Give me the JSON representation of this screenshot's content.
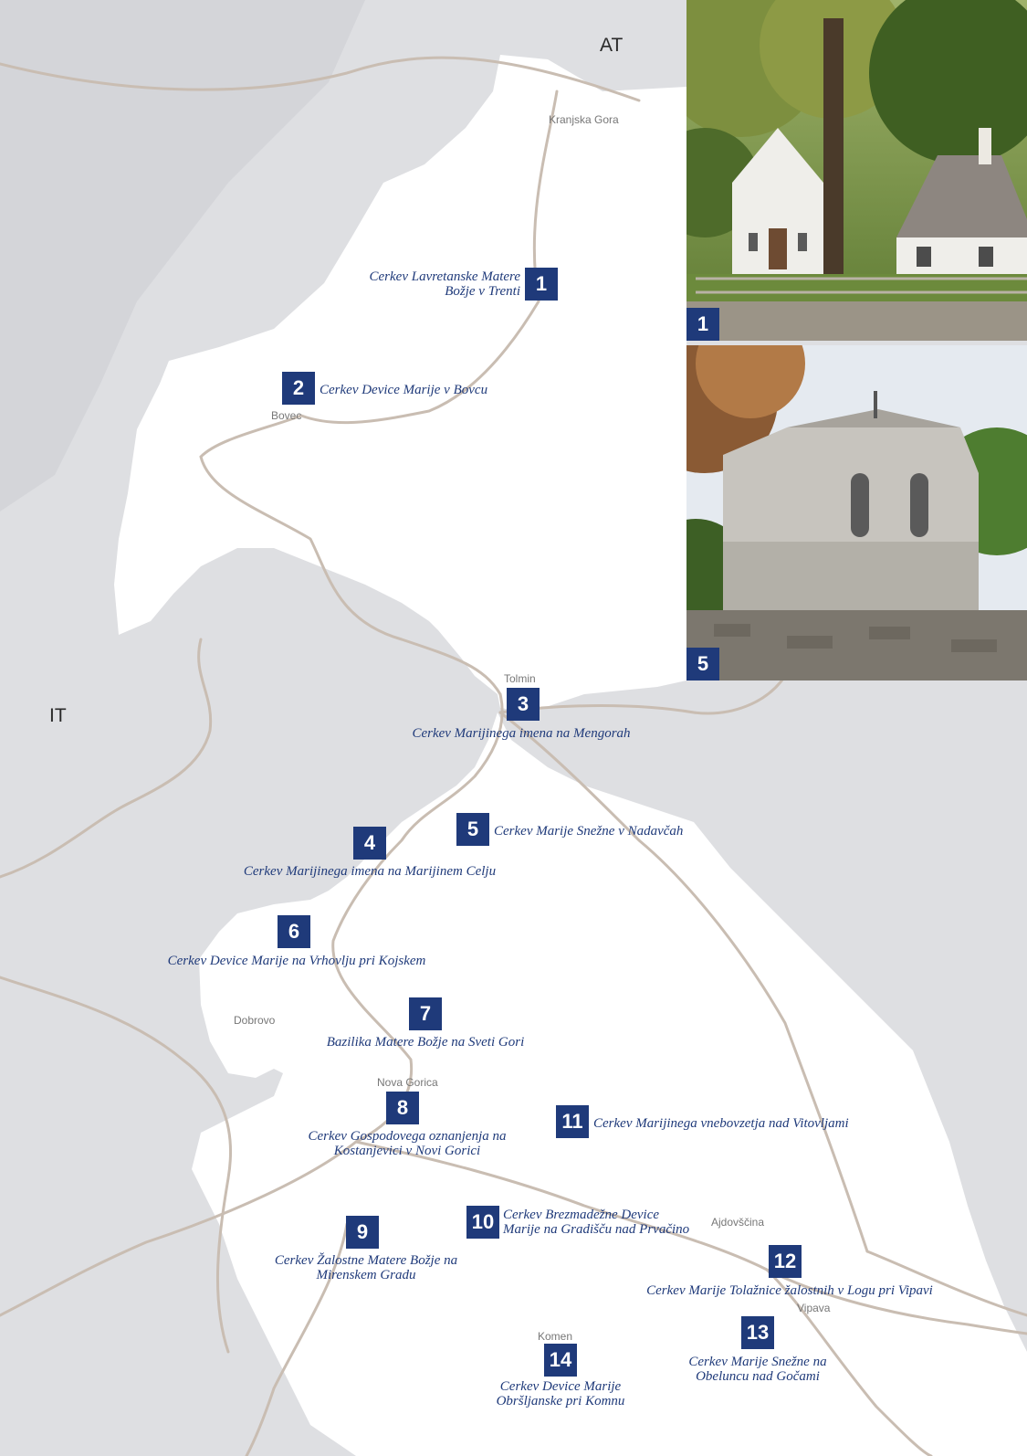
{
  "countries": {
    "austria": "AT",
    "italy": "IT"
  },
  "towns": {
    "kranjska_gora": "Kranjska Gora",
    "bovec": "Bovec",
    "tolmin": "Tolmin",
    "dobrovo": "Dobrovo",
    "nova_gorica": "Nova Gorica",
    "ajdovscina": "Ajdovščina",
    "vipava": "Vipava",
    "komen": "Komen"
  },
  "sites": [
    {
      "number": "1",
      "lines": [
        "Cerkev Lavretanske Matere",
        "Božje v Trenti"
      ]
    },
    {
      "number": "2",
      "lines": [
        "Cerkev Device Marije v Bovcu"
      ]
    },
    {
      "number": "3",
      "lines": [
        "Cerkev Marijinega imena na Mengorah"
      ]
    },
    {
      "number": "4",
      "lines": [
        "Cerkev Marijinega imena na Marijinem Celju"
      ]
    },
    {
      "number": "5",
      "lines": [
        "Cerkev Marije Snežne v Nadavčah"
      ]
    },
    {
      "number": "6",
      "lines": [
        "Cerkev Device Marije na Vrhovlju pri Kojskem"
      ]
    },
    {
      "number": "7",
      "lines": [
        "Bazilika Matere Božje na Sveti Gori"
      ]
    },
    {
      "number": "8",
      "lines": [
        "Cerkev Gospodovega oznanjenja na",
        "Kostanjevici v Novi Gorici"
      ]
    },
    {
      "number": "9",
      "lines": [
        "Cerkev Žalostne Matere Božje na",
        "Mirenskem Gradu"
      ]
    },
    {
      "number": "10",
      "lines": [
        "Cerkev Brezmadežne Device",
        "Marije na Gradišču nad Prvačino"
      ]
    },
    {
      "number": "11",
      "lines": [
        "Cerkev Marijinega vnebovzetja nad Vitovljami"
      ]
    },
    {
      "number": "12",
      "lines": [
        "Cerkev Marije Tolažnice žalostnih v Logu pri Vipavi"
      ]
    },
    {
      "number": "13",
      "lines": [
        "Cerkev Marije Snežne na",
        "Obeluncu nad Gočami"
      ]
    },
    {
      "number": "14",
      "lines": [
        "Cerkev Device Marije",
        "Obršljanske pri Komnu"
      ]
    }
  ],
  "photos": [
    {
      "number": "1",
      "subject": "church-photo"
    },
    {
      "number": "5",
      "subject": "church-photo"
    }
  ],
  "colors": {
    "marker": "#1f3a7a",
    "label_text": "#1f3a7a",
    "outside_region": "#dedfe2",
    "region": "#ffffff",
    "roads": "#c9bdb2"
  }
}
